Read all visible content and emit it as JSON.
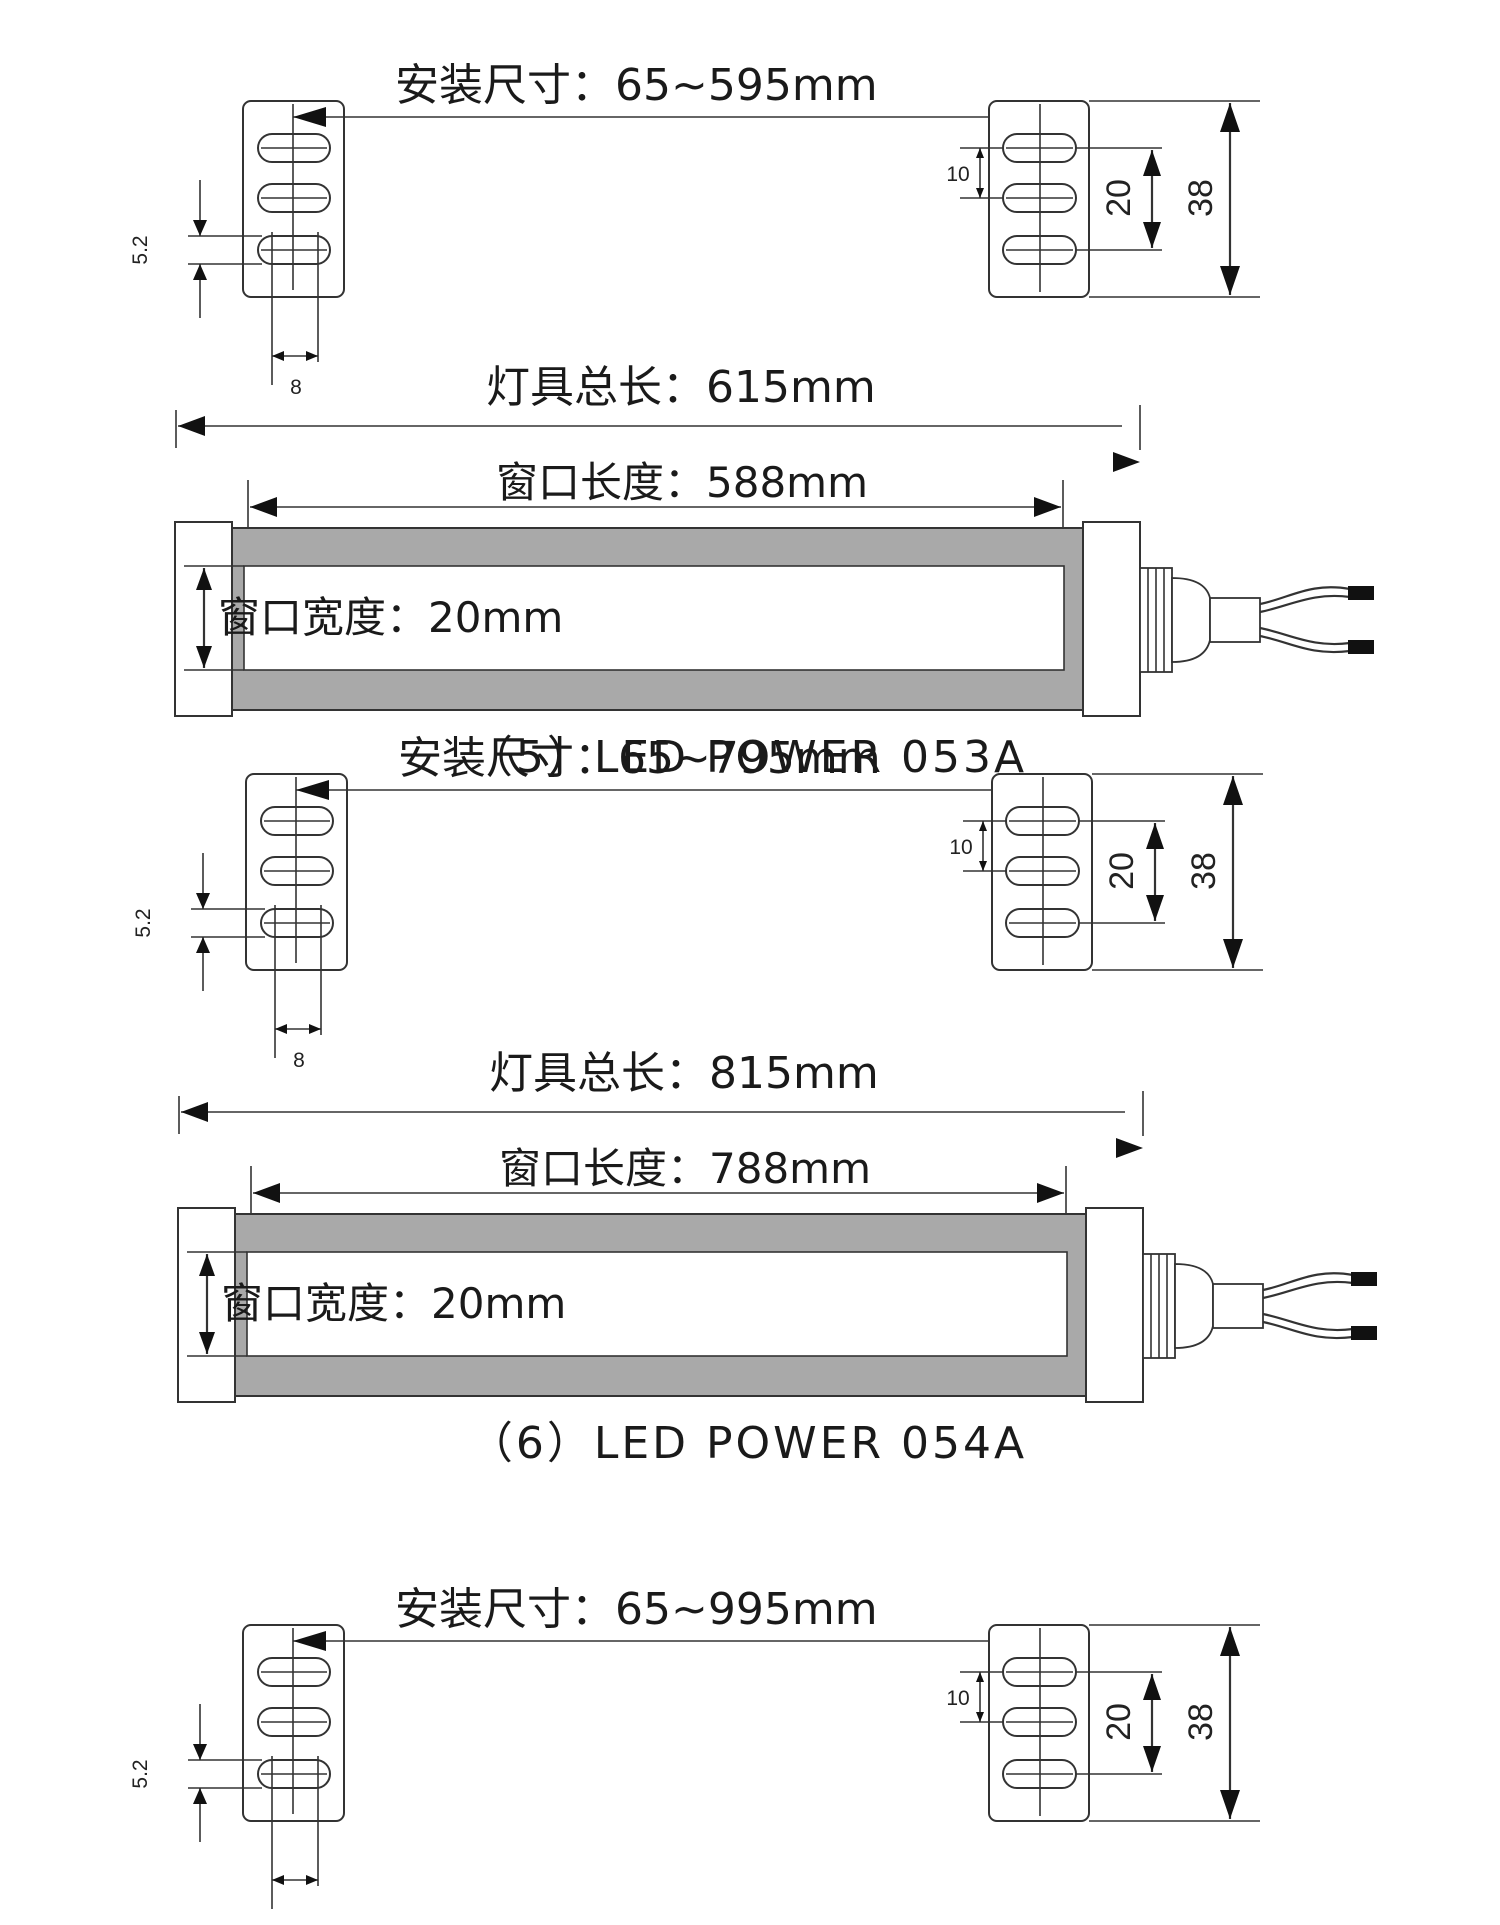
{
  "diagrams": [
    {
      "install_label": "安装尺寸：65~595mm",
      "total_label": "灯具总长：615mm",
      "window_length_label": "窗口长度：588mm",
      "window_width_label": "窗口宽度：20mm",
      "model": "（5）LED POWER 053A",
      "dim_slot_height": "5.2",
      "dim_slot_gap": "8",
      "dim_pitch": "10",
      "dim_span": "20",
      "dim_height": "38"
    },
    {
      "install_label": "安装尺寸：65~795mm",
      "total_label": "灯具总长：815mm",
      "window_length_label": "窗口长度：788mm",
      "window_width_label": "窗口宽度：20mm",
      "model": "（6）LED POWER 054A",
      "dim_slot_height": "5.2",
      "dim_slot_gap": "8",
      "dim_pitch": "10",
      "dim_span": "20",
      "dim_height": "38"
    },
    {
      "install_label": "安装尺寸：65~995mm",
      "dim_slot_height": "5.2",
      "dim_pitch": "10",
      "dim_span": "20",
      "dim_height": "38"
    }
  ],
  "colors": {
    "line": "#333333",
    "window_gray": "#a9a9a9",
    "text": "#1a1a1a"
  }
}
